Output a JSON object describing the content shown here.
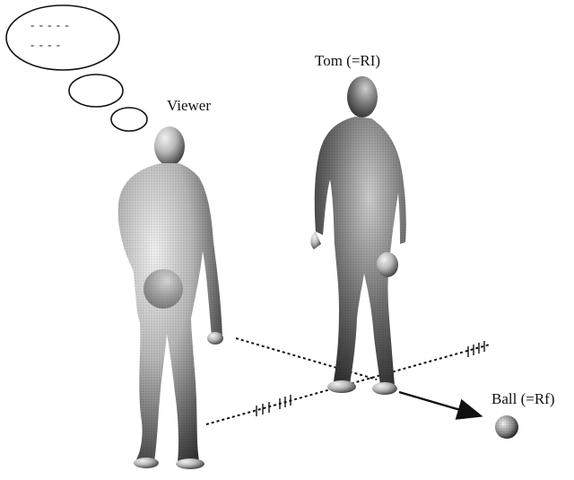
{
  "labels": {
    "viewer": "Viewer",
    "tom": "Tom (=RI)",
    "ball": "Ball (=Rf)"
  },
  "thought_bubble": {
    "lines": [
      "- - - - -",
      "- - - -"
    ]
  },
  "colors": {
    "ink": "#111111",
    "figure_light": "#d9d9d9",
    "figure_mid": "#9a9a9a",
    "figure_dark": "#3c3c3c"
  }
}
